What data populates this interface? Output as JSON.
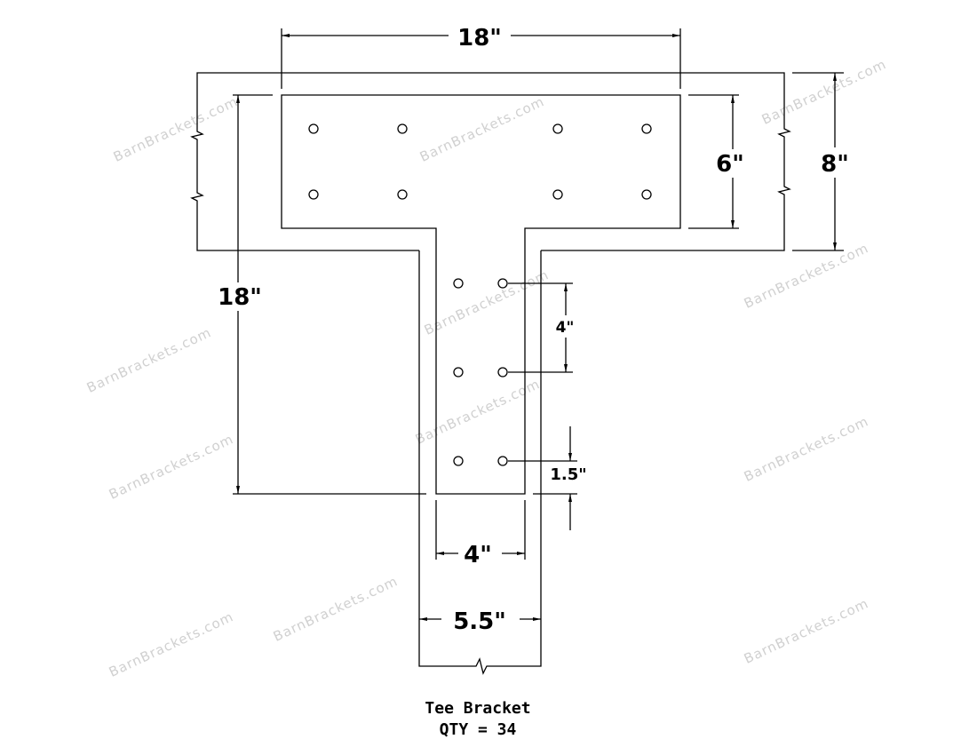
{
  "watermark": "BarnBrackets.com",
  "dimensions": {
    "top_width": "18\"",
    "left_height": "18\"",
    "plate_height": "6\"",
    "beam_height": "8\"",
    "hole_spacing": "4\"",
    "hole_edge": "1.5\"",
    "stem_width": "4\"",
    "post_width": "5.5\""
  },
  "title": {
    "name": "Tee Bracket",
    "qty": "QTY = 34"
  }
}
